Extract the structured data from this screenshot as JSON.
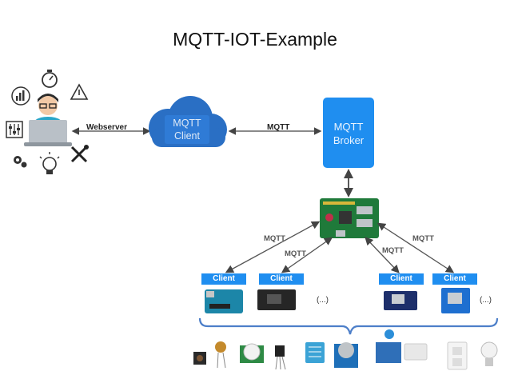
{
  "title": "MQTT-IOT-Example",
  "labels": {
    "webserver": "Webserver",
    "mqtt_main": "MQTT",
    "mqtt_edge": "MQTT"
  },
  "cloud": {
    "line1": "MQTT",
    "line2": "Client"
  },
  "broker": {
    "line1": "MQTT",
    "line2": "Broker"
  },
  "client_label": "Client",
  "ellipsis": "(...)",
  "colors": {
    "accent": "#1f8ef0",
    "cloud": "#2a6fc4",
    "board_green": "#1f7a3a"
  },
  "icons": [
    "chart-icon",
    "stopwatch-icon",
    "warning-icon",
    "sliders-icon",
    "gear-icon",
    "lightbulb-icon",
    "tools-icon"
  ]
}
